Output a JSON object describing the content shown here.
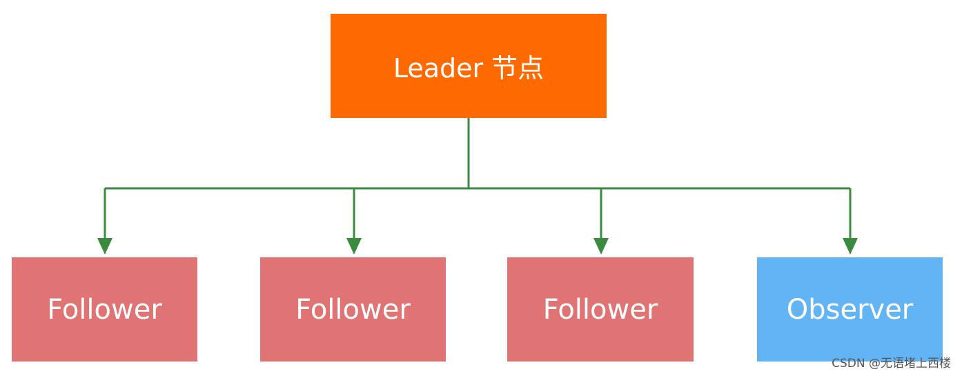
{
  "nodes": {
    "leader": {
      "label": "Leader 节点",
      "color": "#ff6a00"
    },
    "followers": [
      {
        "label": "Follower",
        "color": "#e07474"
      },
      {
        "label": "Follower",
        "color": "#e07474"
      },
      {
        "label": "Follower",
        "color": "#e07474"
      }
    ],
    "observer": {
      "label": "Observer",
      "color": "#62b4f4"
    }
  },
  "edges": [
    {
      "from": "leader",
      "to": "follower-1"
    },
    {
      "from": "leader",
      "to": "follower-2"
    },
    {
      "from": "leader",
      "to": "follower-3"
    },
    {
      "from": "leader",
      "to": "observer"
    }
  ],
  "edge_color": "#3a8a3f",
  "watermark": "CSDN @无语堵上西楼"
}
